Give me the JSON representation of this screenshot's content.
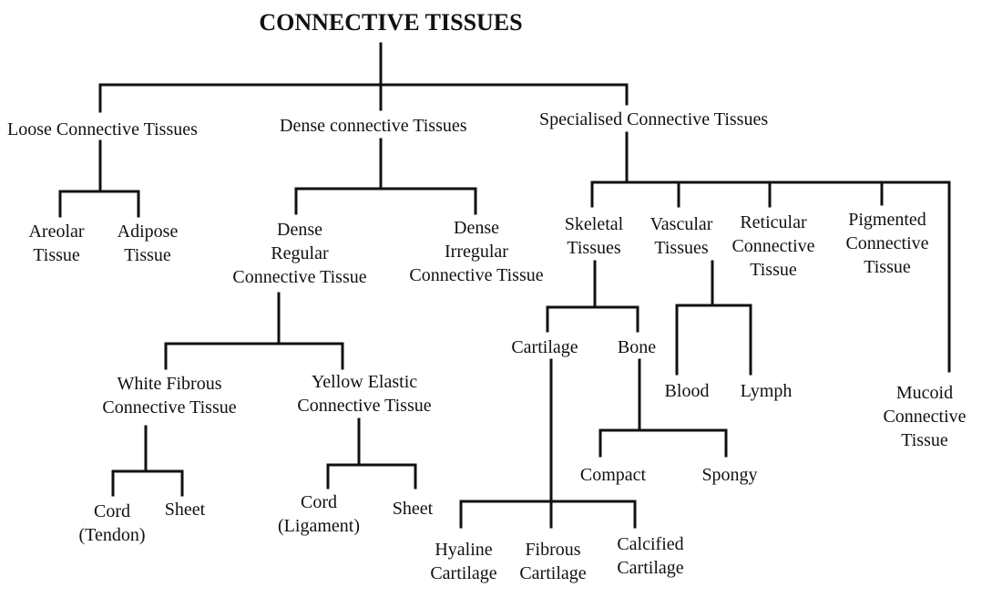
{
  "title": "CONNECTIVE TISSUES",
  "nodes": {
    "loose": "Loose Connective Tissues",
    "dense": "Dense connective Tissues",
    "specialised": "Specialised Connective Tissues",
    "areolar": [
      "Areolar",
      "Tissue"
    ],
    "adipose": [
      "Adipose",
      "Tissue"
    ],
    "dense_regular": [
      "Dense",
      "Regular",
      "Connective Tissue"
    ],
    "dense_irregular": [
      "Dense",
      "Irregular",
      "Connective Tissue"
    ],
    "white_fibrous": [
      "White Fibrous",
      "Connective Tissue"
    ],
    "yellow_elastic": [
      "Yellow Elastic",
      "Connective Tissue"
    ],
    "cord_tendon": [
      "Cord",
      "(Tendon)"
    ],
    "sheet_1": "Sheet",
    "cord_ligament": [
      "Cord",
      "(Ligament)"
    ],
    "sheet_2": "Sheet",
    "skeletal": [
      "Skeletal",
      "Tissues"
    ],
    "vascular": [
      "Vascular",
      "Tissues"
    ],
    "reticular": [
      "Reticular",
      "Connective",
      "Tissue"
    ],
    "pigmented": [
      "Pigmented",
      "Connective",
      "Tissue"
    ],
    "mucoid": [
      "Mucoid",
      "Connective",
      "Tissue"
    ],
    "cartilage": "Cartilage",
    "bone": "Bone",
    "blood": "Blood",
    "lymph": "Lymph",
    "compact": "Compact",
    "spongy": "Spongy",
    "hyaline": [
      "Hyaline",
      "Cartilage"
    ],
    "fibrous": [
      "Fibrous",
      "Cartilage"
    ],
    "calcified": [
      "Calcified",
      "Cartilage"
    ]
  }
}
